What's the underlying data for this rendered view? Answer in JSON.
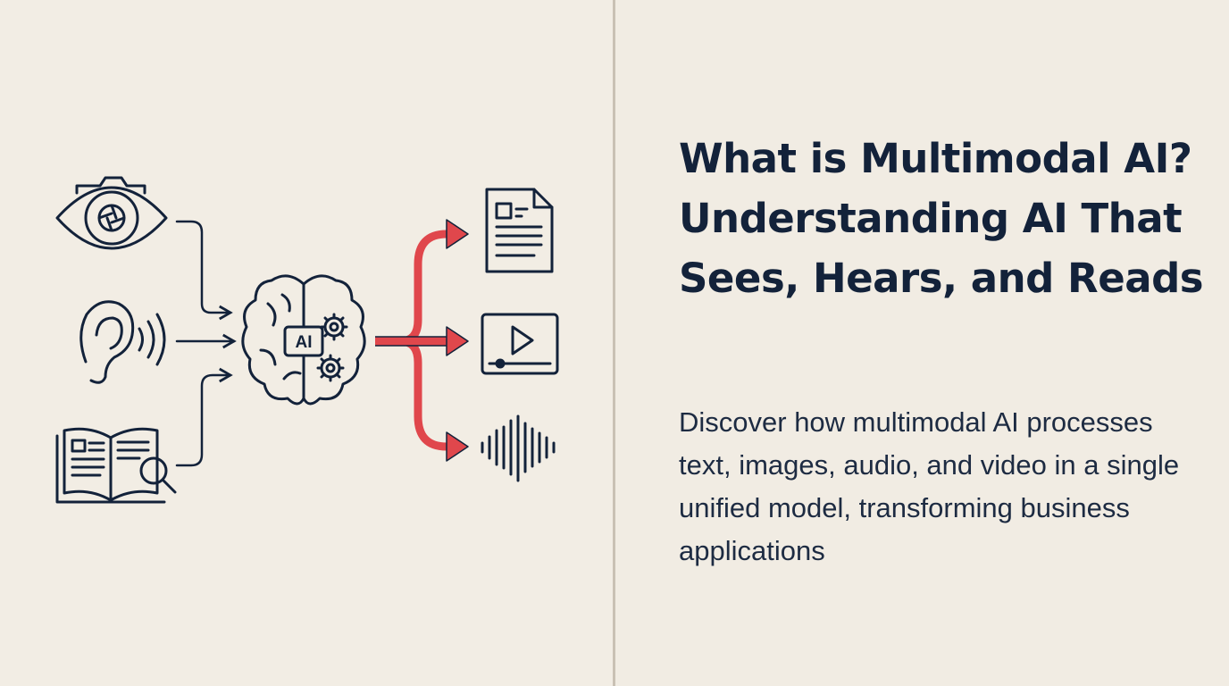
{
  "article": {
    "title": "What is Multimodal AI? Understanding AI That Sees, Hears, and Reads",
    "subtitle": "Discover how multimodal AI processes text, images, audio, and video in a single unified model, transforming business applications"
  },
  "diagram": {
    "center_label": "AI",
    "inputs": [
      "eye-camera-icon",
      "ear-sound-icon",
      "book-magnifier-icon"
    ],
    "outputs": [
      "document-icon",
      "video-player-icon",
      "audio-waveform-icon"
    ]
  },
  "colors": {
    "background": "#f1ece3",
    "ink": "#13223a",
    "accent_arrow": "#e0474c",
    "divider": "#c9c1b4"
  }
}
